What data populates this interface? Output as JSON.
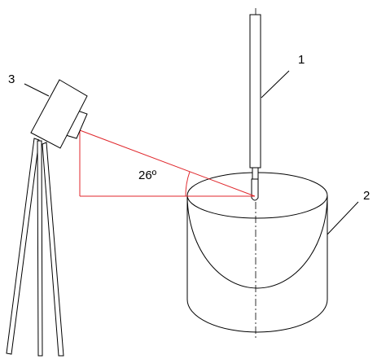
{
  "labels": {
    "rod": "1",
    "vessel": "2",
    "camera": "3",
    "angle": "26º"
  },
  "colors": {
    "outline": "#000000",
    "sight_line": "#e0262b",
    "background": "#ffffff"
  }
}
